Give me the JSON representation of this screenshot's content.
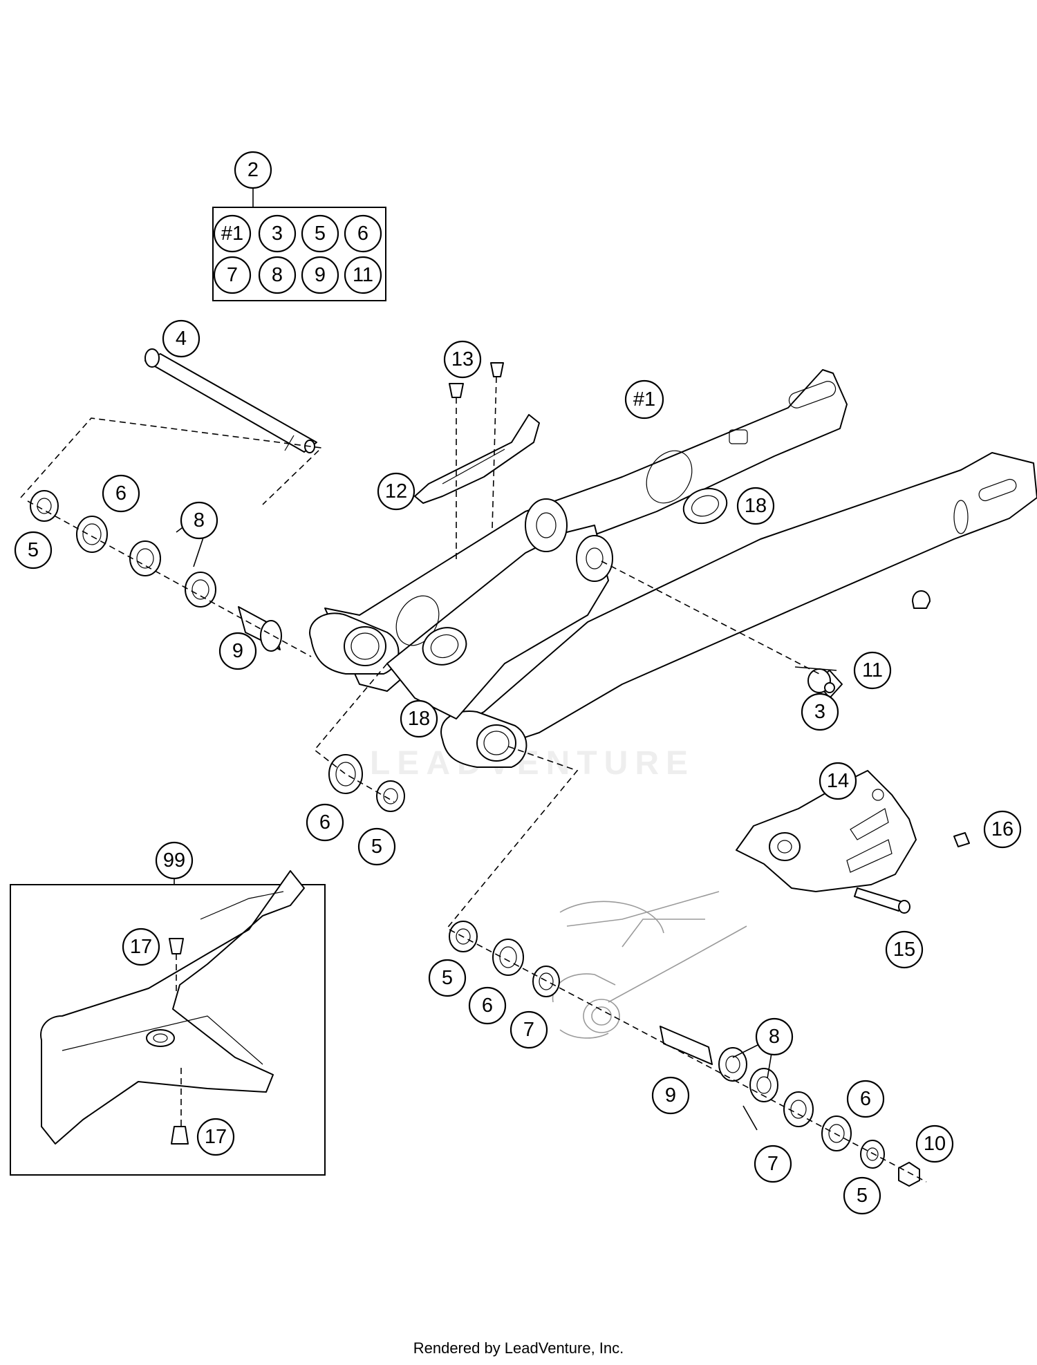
{
  "callouts": {
    "kit_2": "2",
    "kit_contents": [
      "#1",
      "3",
      "5",
      "6",
      "7",
      "8",
      "9",
      "11"
    ],
    "axle_4": "4",
    "swingarm_1": "#1",
    "screw_13": "13",
    "guide_12": "12",
    "left_seal_5": "5",
    "left_ring_6": "6",
    "left_bearing_8": "8",
    "left_sleeve_9": "9",
    "insert_18_top": "18",
    "insert_18_bottom": "18",
    "plug_11": "11",
    "plug_3": "3",
    "mid_ring_6": "6",
    "mid_seal_5": "5",
    "chain_guide_14": "14",
    "nut_16": "16",
    "bolt_15": "15",
    "kit_99": "99",
    "screw_17_top": "17",
    "screw_17_bottom": "17",
    "right_seal_5": "5",
    "right_ring_6": "6",
    "right_washer_7": "7",
    "right_sleeve_9": "9",
    "right_bearing_8": "8",
    "right_washer_7b": "7",
    "right_ring_6b": "6",
    "right_seal_5b": "5",
    "nut_10": "10"
  },
  "watermark": "LEADVENTURE",
  "footer": "Rendered by LeadVenture, Inc."
}
